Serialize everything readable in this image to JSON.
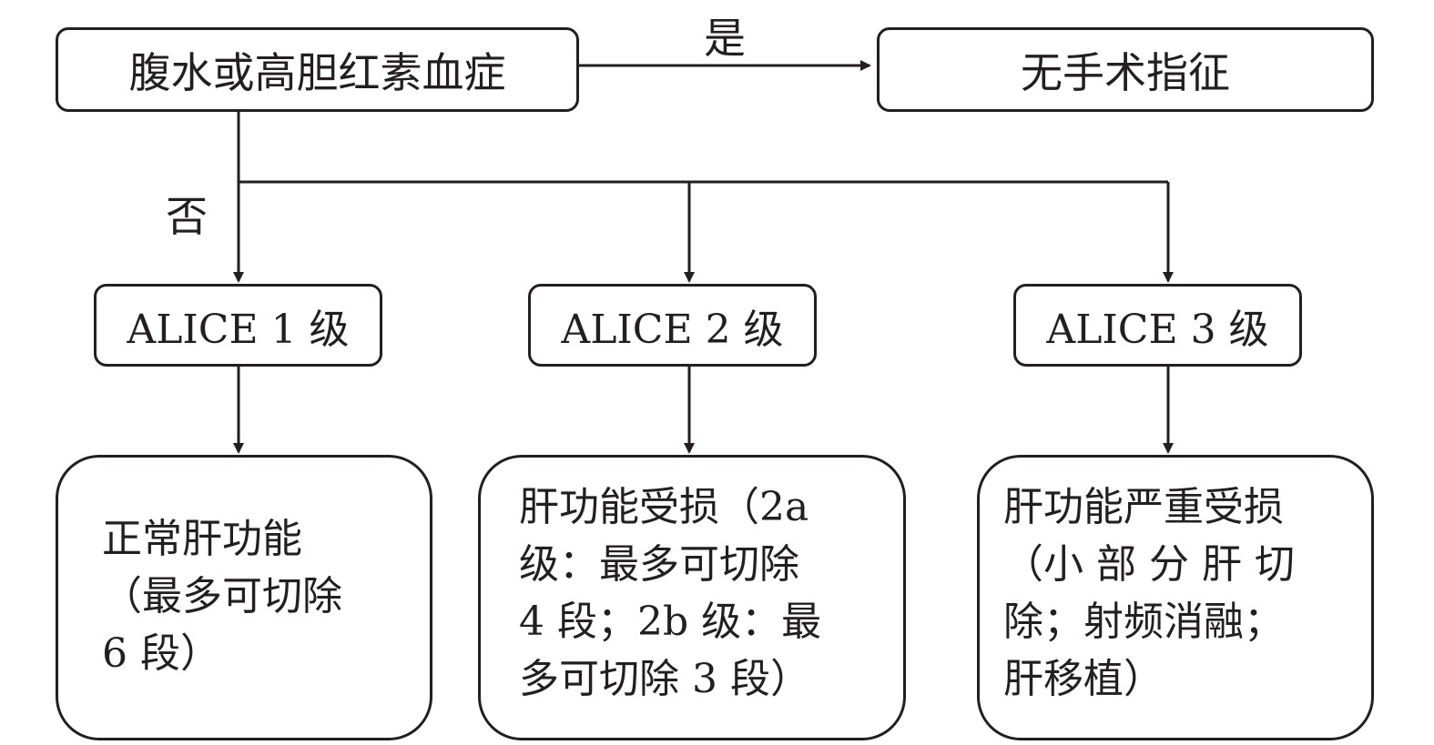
{
  "nodes": {
    "condition": "腹水或高胆红素血症",
    "no_surgery": "无手术指征",
    "grade1": "ALICE 1 级",
    "grade2": "ALICE 2 级",
    "grade3": "ALICE 3 级",
    "result1": "正常肝功能\n（最多可切除\n6 段）",
    "result2": "肝功能受损（2a\n级：最多可切除\n4 段；2b 级：最\n多可切除 3 段）",
    "result3": "肝功能严重受损\n（小 部 分 肝 切\n除；射频消融；\n肝移植）"
  },
  "edges": {
    "yes_label": "是",
    "no_label": "否"
  }
}
